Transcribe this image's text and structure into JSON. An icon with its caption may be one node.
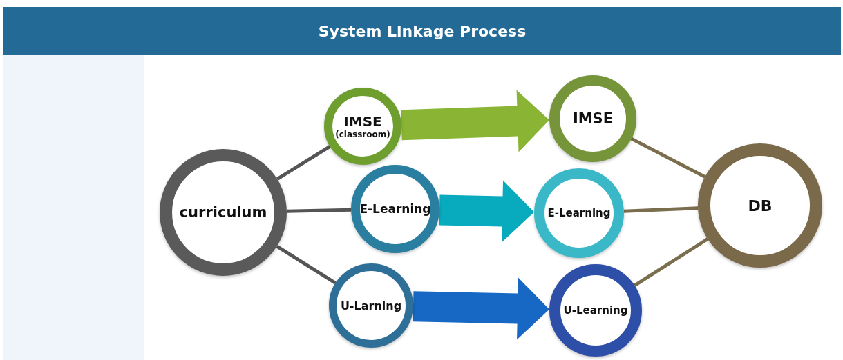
{
  "diagram": {
    "title": "System Linkage Process",
    "nodes": [
      {
        "text": [
          "curriculum"
        ]
      },
      {
        "text": [
          "IMSE",
          "(classroom)"
        ]
      },
      {
        "text": [
          "E-Learning"
        ]
      },
      {
        "text": [
          "U-Larning"
        ]
      },
      {
        "text": [
          "IMSE"
        ]
      },
      {
        "text": [
          "E-Learning"
        ]
      },
      {
        "text": [
          "U-Learning"
        ]
      },
      {
        "text": [
          "DB"
        ]
      }
    ],
    "edges": [
      {
        "from": 0,
        "to": 1,
        "arrow": "none",
        "color": "#555555"
      },
      {
        "from": 0,
        "to": 2,
        "arrow": "none",
        "color": "#555555"
      },
      {
        "from": 0,
        "to": 3,
        "arrow": "none",
        "color": "#555555"
      },
      {
        "from": 1,
        "to": 4,
        "arrow": "to",
        "style": "thick",
        "color": "#8ab534"
      },
      {
        "from": 2,
        "to": 5,
        "arrow": "to",
        "style": "thick",
        "color": "#08abbd"
      },
      {
        "from": 3,
        "to": 6,
        "arrow": "to",
        "style": "thick",
        "color": "#1768c4"
      },
      {
        "from": 4,
        "to": 7,
        "arrow": "none",
        "color": "#7a6e4e"
      },
      {
        "from": 5,
        "to": 7,
        "arrow": "none",
        "color": "#7a6e4e"
      },
      {
        "from": 6,
        "to": 7,
        "arrow": "none",
        "color": "#7a6e4e"
      }
    ]
  }
}
